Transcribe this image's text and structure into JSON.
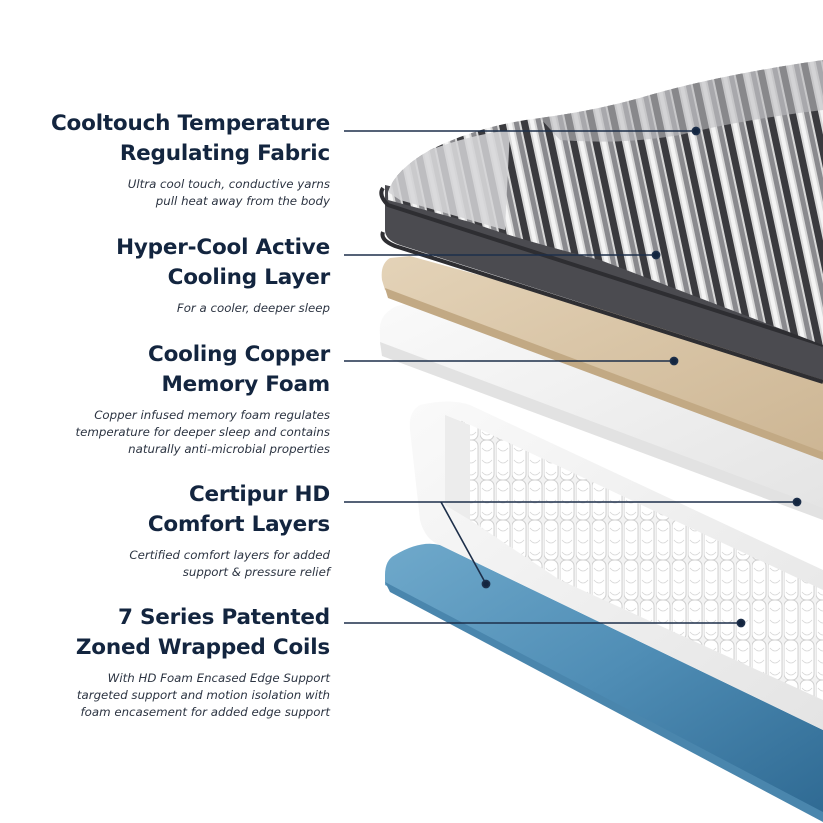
{
  "features": [
    {
      "title_line1": "Cooltouch Temperature",
      "title_line2": "Regulating Fabric",
      "desc_lines": [
        "Ultra cool touch, conductive yarns",
        "pull heat away from the body"
      ]
    },
    {
      "title_line1": "Hyper-Cool Active",
      "title_line2": "Cooling Layer",
      "desc_lines": [
        "For a cooler, deeper sleep"
      ]
    },
    {
      "title_line1": "Cooling Copper",
      "title_line2": "Memory Foam",
      "desc_lines": [
        "Copper infused memory foam regulates",
        "temperature for deeper sleep and contains",
        "naturally anti-microbial properties"
      ]
    },
    {
      "title_line1": "Certipur HD",
      "title_line2": "Comfort Layers",
      "desc_lines": [
        "Certified comfort layers for added",
        "support & pressure relief"
      ]
    },
    {
      "title_line1": "7 Series Patented",
      "title_line2": "Zoned Wrapped Coils",
      "desc_lines": [
        "With HD Foam Encased Edge Support",
        "targeted support and motion isolation with",
        "foam encasement for added edge support"
      ]
    }
  ],
  "colors": {
    "text_navy": "#13253f",
    "leader_line": "#1d2f4a",
    "fabric_dark": "#4a4a4e",
    "copper_foam": "#d9c6a8",
    "comfort_foam": "#efefef",
    "base_foam_blue": "#5e9cc0"
  }
}
